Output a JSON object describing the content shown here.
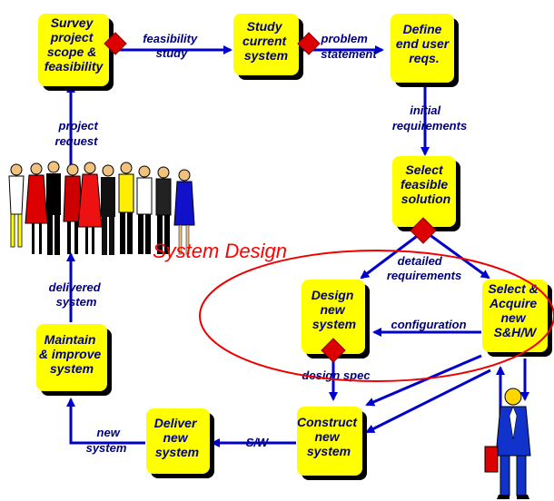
{
  "colors": {
    "box_fill": "#ffff00",
    "box_shadow": "#000000",
    "arrow": "#0000cc",
    "diamond": "#dd0000",
    "ellipse": "#ee0000",
    "text": "#000080"
  },
  "boxes": {
    "survey": [
      "Survey",
      "project",
      "scope &",
      "feasibility"
    ],
    "study": [
      "Study",
      "current",
      "system"
    ],
    "define": [
      "Define",
      "end user",
      "reqs."
    ],
    "select_solution": [
      "Select",
      "feasible",
      "solution"
    ],
    "design": [
      "Design",
      "new",
      "system"
    ],
    "acquire": [
      "Select &",
      "Acquire",
      "new",
      "S&H/W"
    ],
    "maintain": [
      "Maintain",
      "& improve",
      "system"
    ],
    "deliver": [
      "Deliver",
      "new",
      "system"
    ],
    "construct": [
      "Construct",
      "new",
      "system"
    ]
  },
  "labels": {
    "feasibility_study": [
      "feasibility",
      "study"
    ],
    "problem_statement": [
      "problem",
      "statement"
    ],
    "initial_requirements": [
      "initial",
      "requirements"
    ],
    "detailed_requirements": [
      "detailed",
      "requirements"
    ],
    "configuration": "configuration",
    "design_spec": "design spec",
    "sw": "S/W",
    "new_system": [
      "new",
      "system"
    ],
    "delivered_system": [
      "delivered",
      "system"
    ],
    "project_request": [
      "project",
      "request"
    ]
  },
  "system_design_title": "System Design",
  "icons": {
    "people": "group-of-people-icon",
    "businessman": "businessman-icon"
  }
}
